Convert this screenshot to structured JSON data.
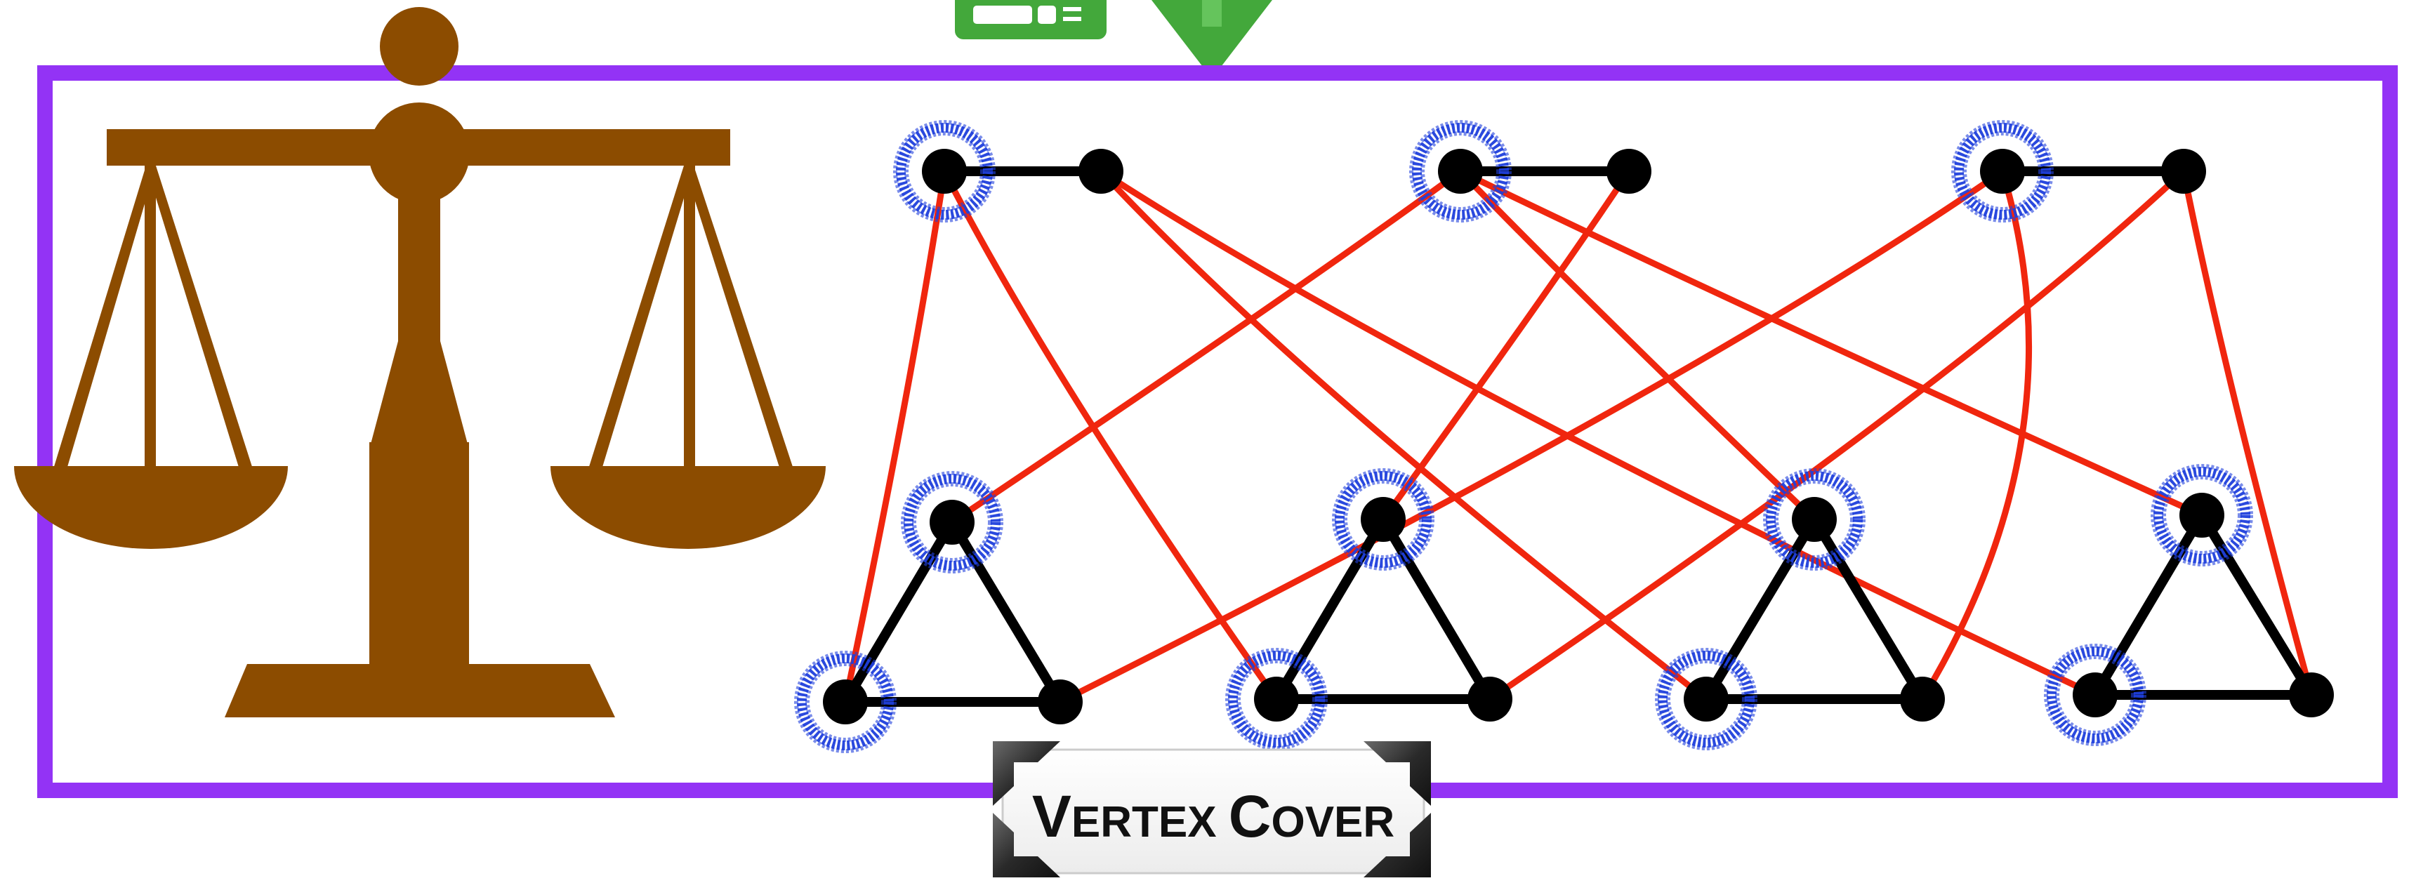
{
  "label": {
    "word1_initial": "V",
    "word1_rest": "ERTEX",
    "word2_initial": "C",
    "word2_rest": "OVER"
  },
  "icons": {
    "scales": "scales-of-justice-icon",
    "top_badge": "green-badge-icon",
    "top_arrow": "green-down-arrow-icon"
  },
  "colors": {
    "frame": "#9333f5",
    "scales": "#8c4c00",
    "edge_red": "#f0260e",
    "edge_black": "#000000",
    "vertex": "#000000",
    "cover_ring": "#1f3fdc",
    "badge_green": "#43a83b"
  },
  "graph": {
    "vertices": [
      {
        "id": "v1",
        "in_cover": true
      },
      {
        "id": "v1b",
        "in_cover": false
      },
      {
        "id": "v2",
        "in_cover": true
      },
      {
        "id": "v2b",
        "in_cover": false
      },
      {
        "id": "v3",
        "in_cover": true
      },
      {
        "id": "v3b",
        "in_cover": false
      },
      {
        "id": "t1a",
        "in_cover": true
      },
      {
        "id": "t1b",
        "in_cover": true
      },
      {
        "id": "t1c",
        "in_cover": false
      },
      {
        "id": "t2a",
        "in_cover": true
      },
      {
        "id": "t2b",
        "in_cover": true
      },
      {
        "id": "t2c",
        "in_cover": false
      },
      {
        "id": "t3a",
        "in_cover": true
      },
      {
        "id": "t3b",
        "in_cover": true
      },
      {
        "id": "t3c",
        "in_cover": false
      },
      {
        "id": "t4a",
        "in_cover": true
      },
      {
        "id": "t4b",
        "in_cover": true
      },
      {
        "id": "t4c",
        "in_cover": false
      }
    ],
    "black_edges": [
      [
        "v1",
        "v1b"
      ],
      [
        "v2",
        "v2b"
      ],
      [
        "v3",
        "v3b"
      ],
      [
        "t1a",
        "t1b"
      ],
      [
        "t1b",
        "t1c"
      ],
      [
        "t1a",
        "t1c"
      ],
      [
        "t2a",
        "t2b"
      ],
      [
        "t2b",
        "t2c"
      ],
      [
        "t2a",
        "t2c"
      ],
      [
        "t3a",
        "t3b"
      ],
      [
        "t3b",
        "t3c"
      ],
      [
        "t3a",
        "t3c"
      ],
      [
        "t4a",
        "t4b"
      ],
      [
        "t4b",
        "t4c"
      ],
      [
        "t4a",
        "t4c"
      ]
    ],
    "red_edges": [
      [
        "v1",
        "t1b"
      ],
      [
        "v1",
        "t2b"
      ],
      [
        "v1b",
        "t3b"
      ],
      [
        "v1b",
        "t4b"
      ],
      [
        "v2",
        "t1a"
      ],
      [
        "v2",
        "t4a"
      ],
      [
        "v2b",
        "t2a"
      ],
      [
        "v2",
        "t3a"
      ],
      [
        "v3",
        "t1c"
      ],
      [
        "v3",
        "t3c"
      ],
      [
        "v3b",
        "t2c"
      ],
      [
        "v3b",
        "t4c"
      ]
    ]
  }
}
